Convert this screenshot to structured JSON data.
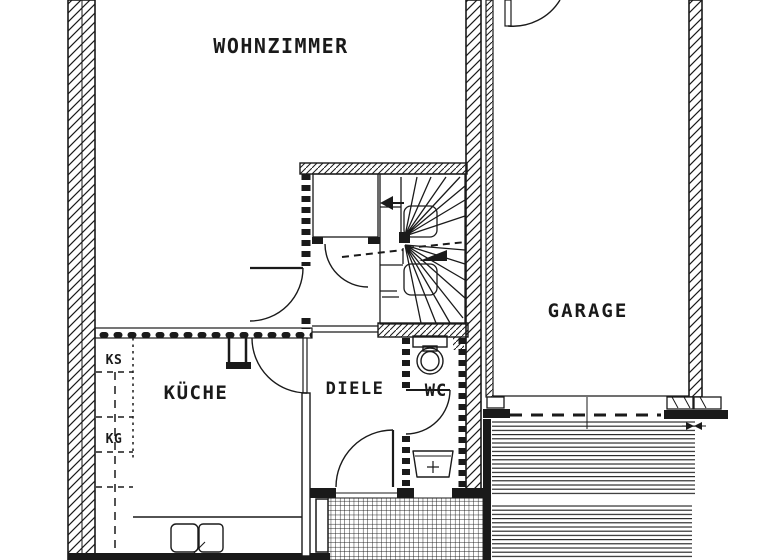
{
  "plan": {
    "labels": {
      "wohnzimmer": "WOHNZIMMER",
      "garage": "GARAGE",
      "kueche": "KÜCHE",
      "diele": "DIELE",
      "wc": "WC",
      "ks": "KS",
      "kg": "KG"
    },
    "colors": {
      "line": "#1a1a1a",
      "background": "#ffffff"
    }
  }
}
